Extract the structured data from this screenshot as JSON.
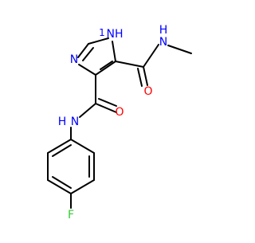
{
  "molecule": {
    "atom_colors": {
      "N": "#0000ff",
      "O": "#ff0000",
      "F": "#33cc33",
      "C": "#000000"
    },
    "labels": {
      "ring_nh": "NH",
      "ring_nh_h": "1",
      "ring_n": "N",
      "amide_nh_top": "N",
      "amide_nh_top_h": "H",
      "amide_o_top": "O",
      "amide_nh_bottom": "N",
      "amide_nh_bottom_h": "H",
      "amide_o_bottom": "O",
      "fluorine": "F"
    }
  }
}
